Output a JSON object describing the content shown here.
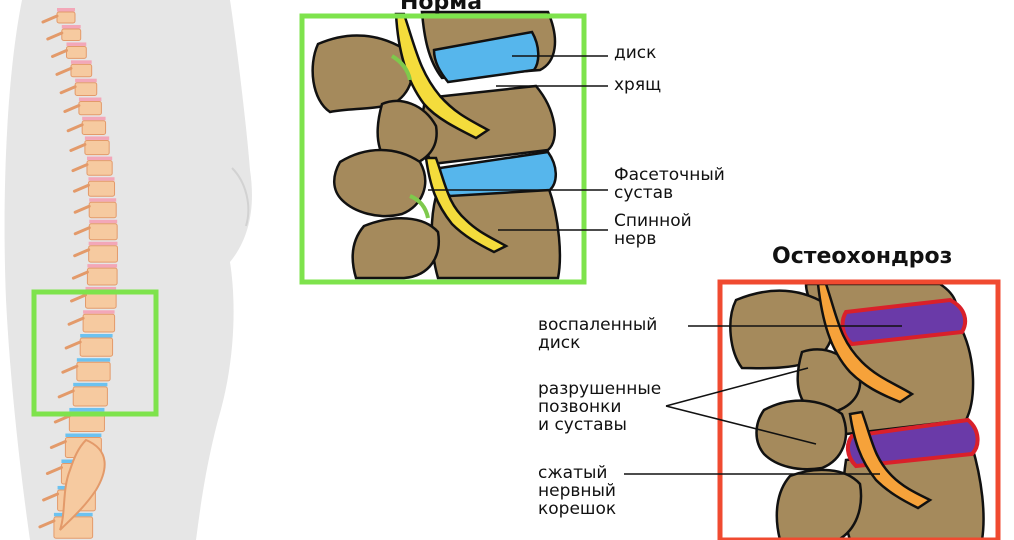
{
  "normal_panel": {
    "title": "Норма",
    "frame_color": "#7ee34c",
    "labels": {
      "disc": "диск",
      "cartilage": "хрящ",
      "facet_joint": "Фасеточный\nсустав",
      "spinal_nerve": "Спинной\nнерв"
    }
  },
  "osteo_panel": {
    "title": "Остеохондроз",
    "frame_color": "#f04a30",
    "labels": {
      "inflamed_disc": "воспаленный\nдиск",
      "destroyed": "разрушенные\nпозвонки\nи суставы",
      "compressed_root": "сжатый\nнервный\nкорешок"
    }
  },
  "colors": {
    "bone": "#a58a5c",
    "disc_normal": "#56b6ec",
    "nerve": "#f4dc3c",
    "disc_inflamed": "#6a3aa8",
    "inflamed_edge": "#d9202a",
    "nerve_inflamed": "#f6a23a",
    "body_silhouette": "#e6e6e6",
    "spine_vertebra": "#f6caa0",
    "spine_disc_blue": "#6cc2f0"
  }
}
